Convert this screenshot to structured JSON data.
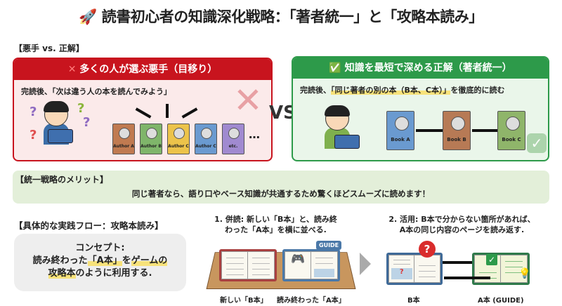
{
  "title": "🚀 読書初心者の知識深化戦略：「著者統一」と「攻略本読み」",
  "comparison_label": "【悪手 vs. 正解】",
  "bad": {
    "header_icon": "cross-icon",
    "header": "多くの人が選ぶ悪手（目移り）",
    "lead": "完読後、「次は違う人の本を読んでみよう」",
    "books": [
      "Author A",
      "Author B",
      "Author C",
      "Author C",
      "etc."
    ],
    "more": "…",
    "colors": {
      "main": "#c8141e"
    }
  },
  "vs": "VS",
  "good": {
    "header_icon": "check-icon",
    "header": "知識を最短で深める正解（著者統一）",
    "lead_prefix": "完読後、",
    "lead_highlight": "「同じ著者の別の本（B本、C本）」",
    "lead_suffix": "を徹底的に読む",
    "books": [
      "Book A",
      "Book B",
      "Book C"
    ],
    "colors": {
      "main": "#2d9a4a"
    }
  },
  "merit": {
    "title": "【統一戦略のメリット】",
    "text": "同じ著者なら、語り口やベース知識が共通するため驚くほどスムーズに読めます！"
  },
  "flow": {
    "title": "【具体的な実践フロー：攻略本読み】",
    "concept_line1": "コンセプト:",
    "concept_a": "読み終わった",
    "concept_b": "「A本」",
    "concept_c": "を",
    "concept_d": "ゲームの",
    "concept_e": "攻略本",
    "concept_f": "のように利用する.",
    "step1": {
      "line1": "1. 併読: 新しい「B本」と、読み終",
      "line2": "わった「A本」を横に並べる.",
      "guide_tag": "GUIDE",
      "cap_left": "新しい「B本」",
      "cap_right": "読み終わった「A本」"
    },
    "step2": {
      "line1": "2. 活用: B本で分からない箇所があれば、",
      "line2": "A本の同じ内容のページを読み返す.",
      "cap_left": "B本",
      "cap_right": "A本 (GUIDE)"
    }
  }
}
